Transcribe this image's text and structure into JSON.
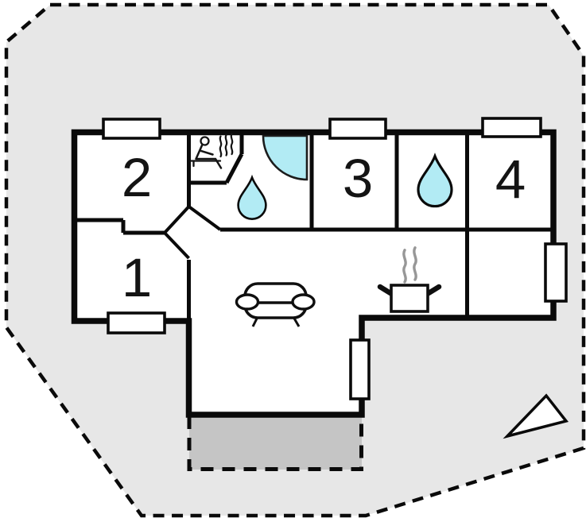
{
  "plan": {
    "type": "floor-plan",
    "colors": {
      "lot_fill": "#e7e7e7",
      "terrace_fill": "#c5c5c5",
      "water_fill": "#b2ebf4",
      "wall": "#0a0a0a",
      "steam_gray": "#979797",
      "background": "#ffffff"
    },
    "rooms": [
      {
        "id": "room-1",
        "label": "1"
      },
      {
        "id": "room-2",
        "label": "2"
      },
      {
        "id": "room-3",
        "label": "3"
      },
      {
        "id": "room-4",
        "label": "4"
      }
    ],
    "icons": [
      "sauna-icon",
      "shower-icon",
      "water-drop-icon",
      "water-drop-icon",
      "sofa-icon",
      "cooking-pot-icon",
      "steam-icon",
      "north-arrow-icon",
      "window-icon",
      "terrace",
      "property-boundary"
    ],
    "window_count": 6
  }
}
